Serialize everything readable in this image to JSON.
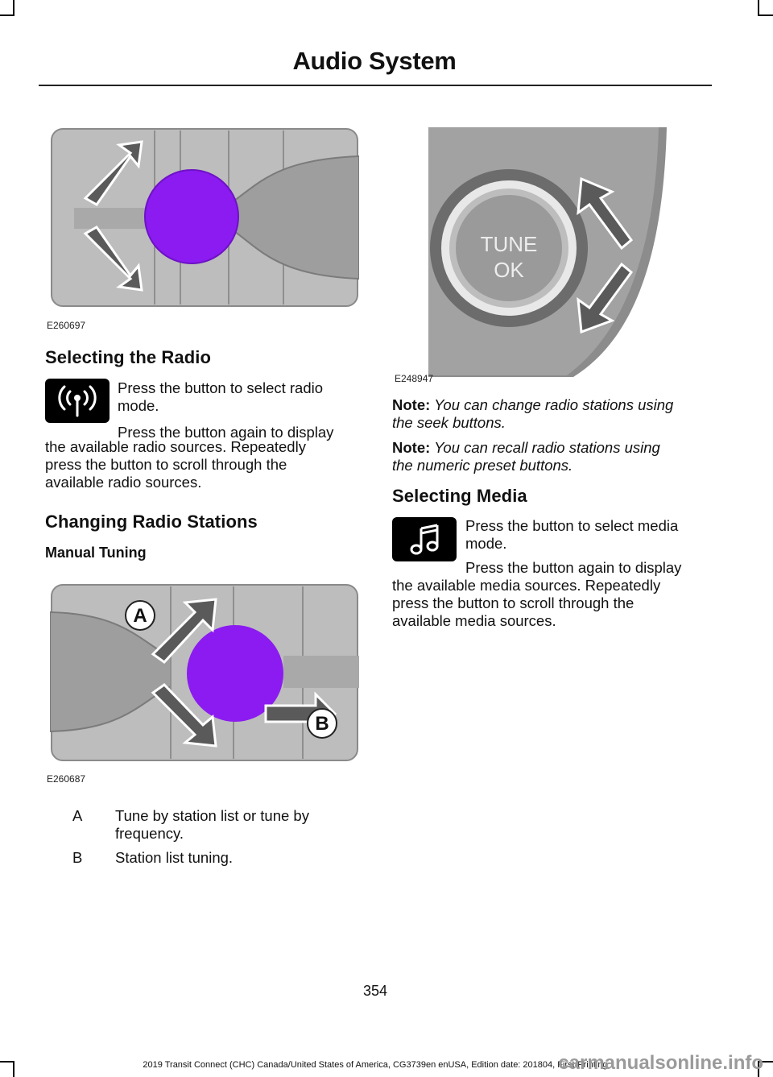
{
  "page": {
    "title": "Audio System",
    "number": "354",
    "footer": "2019 Transit Connect (CHC) Canada/United States of America, CG3739en enUSA, Edition date: 201804, First-Printing",
    "watermark": "carmanualsonline.info"
  },
  "figures": {
    "fig1": {
      "code": "E260697",
      "icon": "control-panel-button-arrows"
    },
    "fig2": {
      "code": "E260687",
      "icon": "control-panel-tuning-arrows",
      "callouts": [
        "A",
        "B"
      ]
    },
    "fig3": {
      "code": "E248947",
      "icon": "tune-ok-knob",
      "knob_text": [
        "TUNE",
        "OK"
      ]
    }
  },
  "selecting_radio": {
    "heading": "Selecting the Radio",
    "icon": "radio-signal-icon",
    "para1_l1": "Press the button to select radio",
    "para1_l2": "mode.",
    "para2_l1": "Press the button again to display",
    "para2_l2": "the available radio sources.  Repeatedly",
    "para2_l3": "press the button to scroll through the",
    "para2_l4": "available radio sources."
  },
  "changing_stations": {
    "heading": "Changing Radio Stations",
    "subheading": "Manual Tuning",
    "items": [
      {
        "key": "A",
        "line1": "Tune by station list or tune by",
        "line2": "frequency."
      },
      {
        "key": "B",
        "line1": "Station list tuning.",
        "line2": ""
      }
    ]
  },
  "notes": [
    {
      "label": "Note:",
      "line1": " You can change radio stations using",
      "line2": "the seek buttons."
    },
    {
      "label": "Note:",
      "line1": " You can recall radio stations using",
      "line2": "the numeric preset buttons."
    }
  ],
  "selecting_media": {
    "heading": "Selecting Media",
    "icon": "music-note-icon",
    "para1_l1": "Press the button to select media",
    "para1_l2": "mode.",
    "para2_l1": "Press the button again to display",
    "para2_l2": "the available media sources.  Repeatedly",
    "para2_l3": "press the button to scroll through the",
    "para2_l4": "available media sources."
  },
  "colors": {
    "highlight": "#8b1bf0",
    "panel": "#bfbfbf",
    "arrow": "#555555"
  }
}
